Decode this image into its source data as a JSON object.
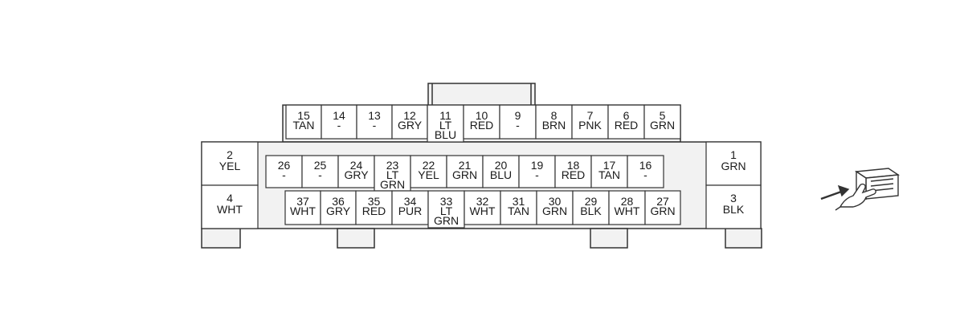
{
  "connector": {
    "top_row": [
      {
        "num": "15",
        "color": "TAN"
      },
      {
        "num": "14",
        "color": "-"
      },
      {
        "num": "13",
        "color": "-"
      },
      {
        "num": "12",
        "color": "GRY"
      },
      {
        "num": "11",
        "color": "LT\nBLU"
      },
      {
        "num": "10",
        "color": "RED"
      },
      {
        "num": "9",
        "color": "-"
      },
      {
        "num": "8",
        "color": "BRN"
      },
      {
        "num": "7",
        "color": "PNK"
      },
      {
        "num": "6",
        "color": "RED"
      },
      {
        "num": "5",
        "color": "GRN"
      }
    ],
    "middle_row": [
      {
        "num": "26",
        "color": "-"
      },
      {
        "num": "25",
        "color": "-"
      },
      {
        "num": "24",
        "color": "GRY"
      },
      {
        "num": "23",
        "color": "LT\nGRN"
      },
      {
        "num": "22",
        "color": "YEL"
      },
      {
        "num": "21",
        "color": "GRN"
      },
      {
        "num": "20",
        "color": "BLU"
      },
      {
        "num": "19",
        "color": "-"
      },
      {
        "num": "18",
        "color": "RED"
      },
      {
        "num": "17",
        "color": "TAN"
      },
      {
        "num": "16",
        "color": "-"
      }
    ],
    "bottom_row": [
      {
        "num": "37",
        "color": "WHT"
      },
      {
        "num": "36",
        "color": "GRY"
      },
      {
        "num": "35",
        "color": "RED"
      },
      {
        "num": "34",
        "color": "PUR"
      },
      {
        "num": "33",
        "color": "LT\nGRN"
      },
      {
        "num": "32",
        "color": "WHT"
      },
      {
        "num": "31",
        "color": "TAN"
      },
      {
        "num": "30",
        "color": "GRN"
      },
      {
        "num": "29",
        "color": "BLK"
      },
      {
        "num": "28",
        "color": "WHT"
      },
      {
        "num": "27",
        "color": "GRN"
      }
    ],
    "left_side": [
      {
        "num": "2",
        "color": "YEL"
      },
      {
        "num": "4",
        "color": "WHT"
      }
    ],
    "right_side": [
      {
        "num": "1",
        "color": "GRN"
      },
      {
        "num": "3",
        "color": "BLK"
      }
    ]
  },
  "icons": {
    "view_direction": "hand-pointing-at-connector-icon"
  },
  "colors": {
    "outline": "#333333",
    "fill": "#f2f2f2",
    "background": "#ffffff"
  }
}
